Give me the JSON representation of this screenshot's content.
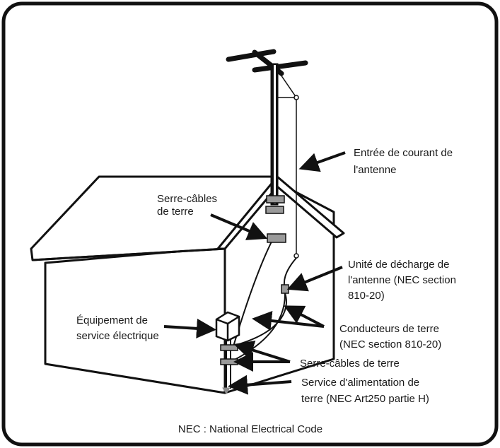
{
  "labels": {
    "antenna_lead_in": [
      "Entrée de courant de",
      "l'antenne"
    ],
    "ground_clamp_upper": [
      "Serre-câbles",
      "de terre"
    ],
    "discharge_unit": [
      "Unité de décharge de",
      "l'antenne (NEC section",
      "810-20)"
    ],
    "electric_service_equipment": [
      "Équipement de",
      "service électrique"
    ],
    "grounding_conductors": [
      "Conducteurs de terre",
      "(NEC section 810-20)"
    ],
    "ground_clamps_lower": [
      "Serre-câbles de terre"
    ],
    "power_service_grounding": [
      "Service d'alimentation de",
      "terre (NEC Art250 partie H)"
    ]
  },
  "footnote": "NEC : National Electrical Code"
}
